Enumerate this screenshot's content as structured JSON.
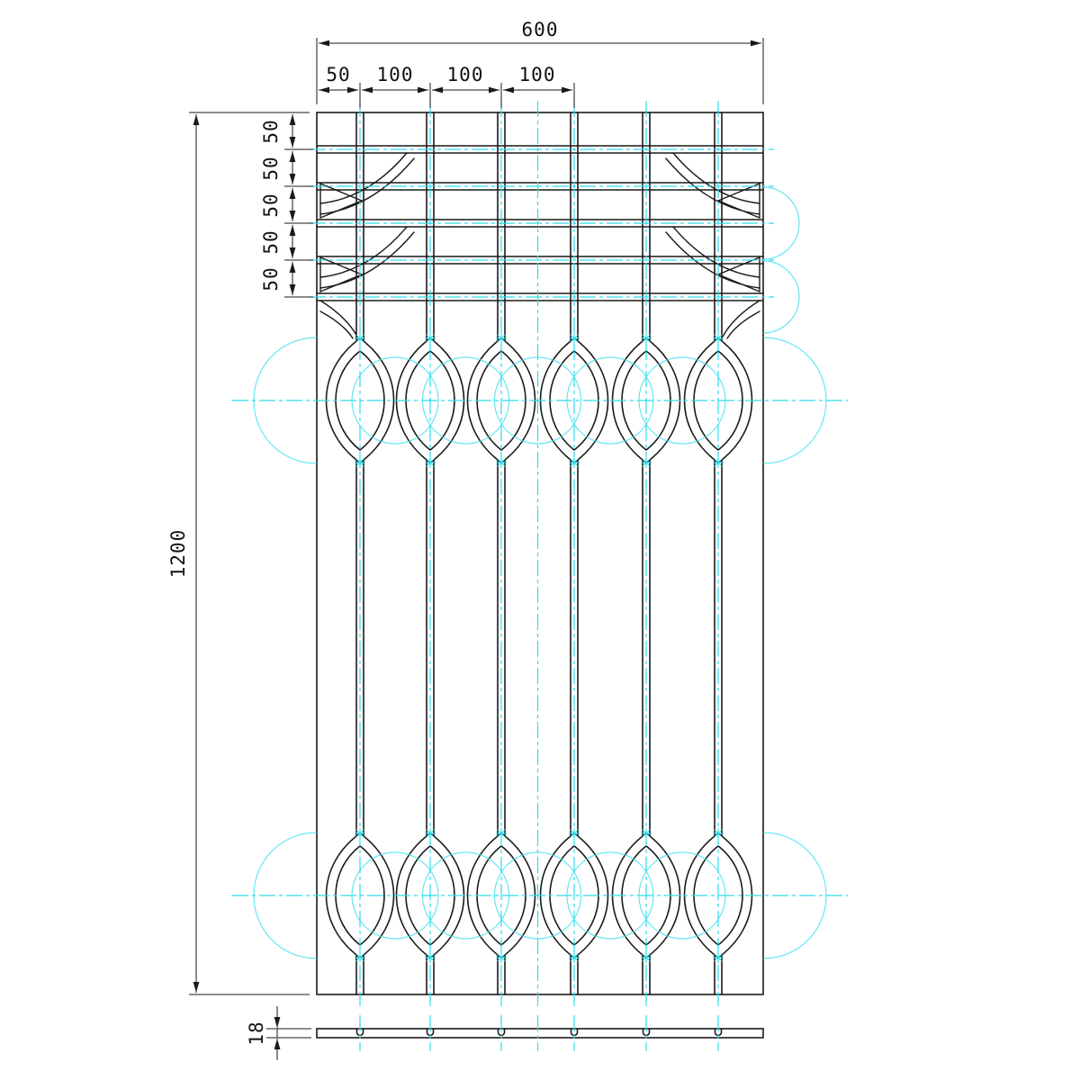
{
  "drawing": {
    "type": "cad-technical-drawing",
    "views": {
      "front": "decorative grille panel front view",
      "side": "panel thickness side view"
    },
    "dimensions": {
      "overall_width": "600",
      "top_segments": [
        "50",
        "100",
        "100",
        "100"
      ],
      "left_spacings": [
        "50",
        "50",
        "50",
        "50",
        "50"
      ],
      "overall_height": "1200",
      "thickness": "18"
    },
    "colors": {
      "line": "#1a1a1a",
      "construction": "#2edcee",
      "background": "#ffffff"
    }
  }
}
